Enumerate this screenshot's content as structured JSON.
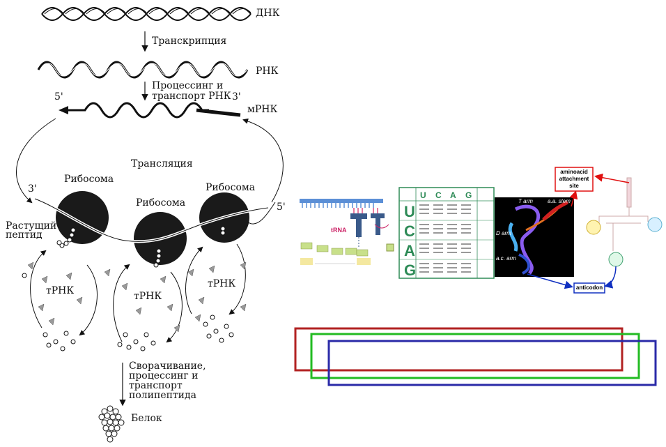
{
  "left_diagram": {
    "dna": "ДНК",
    "transcription": "Транскрипция",
    "rna": "РНК",
    "processing": "Процессинг и\nтранспорт РНК",
    "five_prime_top": "5'",
    "three_prime_top": "3'",
    "mrna": "мРНК",
    "translation": "Трансляция",
    "ribosome_1": "Рибосома",
    "ribosome_2": "Рибосома",
    "ribosome_3": "Рибосома",
    "three_prime_left": "3'",
    "five_prime_right": "5'",
    "growing_peptide": "Растущий\nпептид",
    "trna_1": "тРНК",
    "trna_2": "тРНК",
    "trna_3": "тРНК",
    "folding": "Сворачивание,\nпроцессинг и\nтранспорт\nполипептида",
    "protein": "Белок"
  },
  "right_panel": {
    "trna_label": "tRNA",
    "codon_letters": [
      "U",
      "C",
      "A",
      "G"
    ],
    "codon_header": [
      "U",
      "C",
      "A",
      "G"
    ],
    "t_arm": "T arm",
    "aa_stem": "a.a. stem",
    "d_arm": "D arm",
    "ac_arm": "a.c. arm",
    "aminoacid_box": "aminoacid\nattachment\nsite",
    "anticodon_box": "anticodon"
  },
  "colors": {
    "red": "#b22222",
    "green": "#22bb22",
    "blue": "#2a2aa8",
    "table_green": "#2e8b57",
    "annot_red": "#e01010",
    "annot_blue": "#1030c0"
  }
}
